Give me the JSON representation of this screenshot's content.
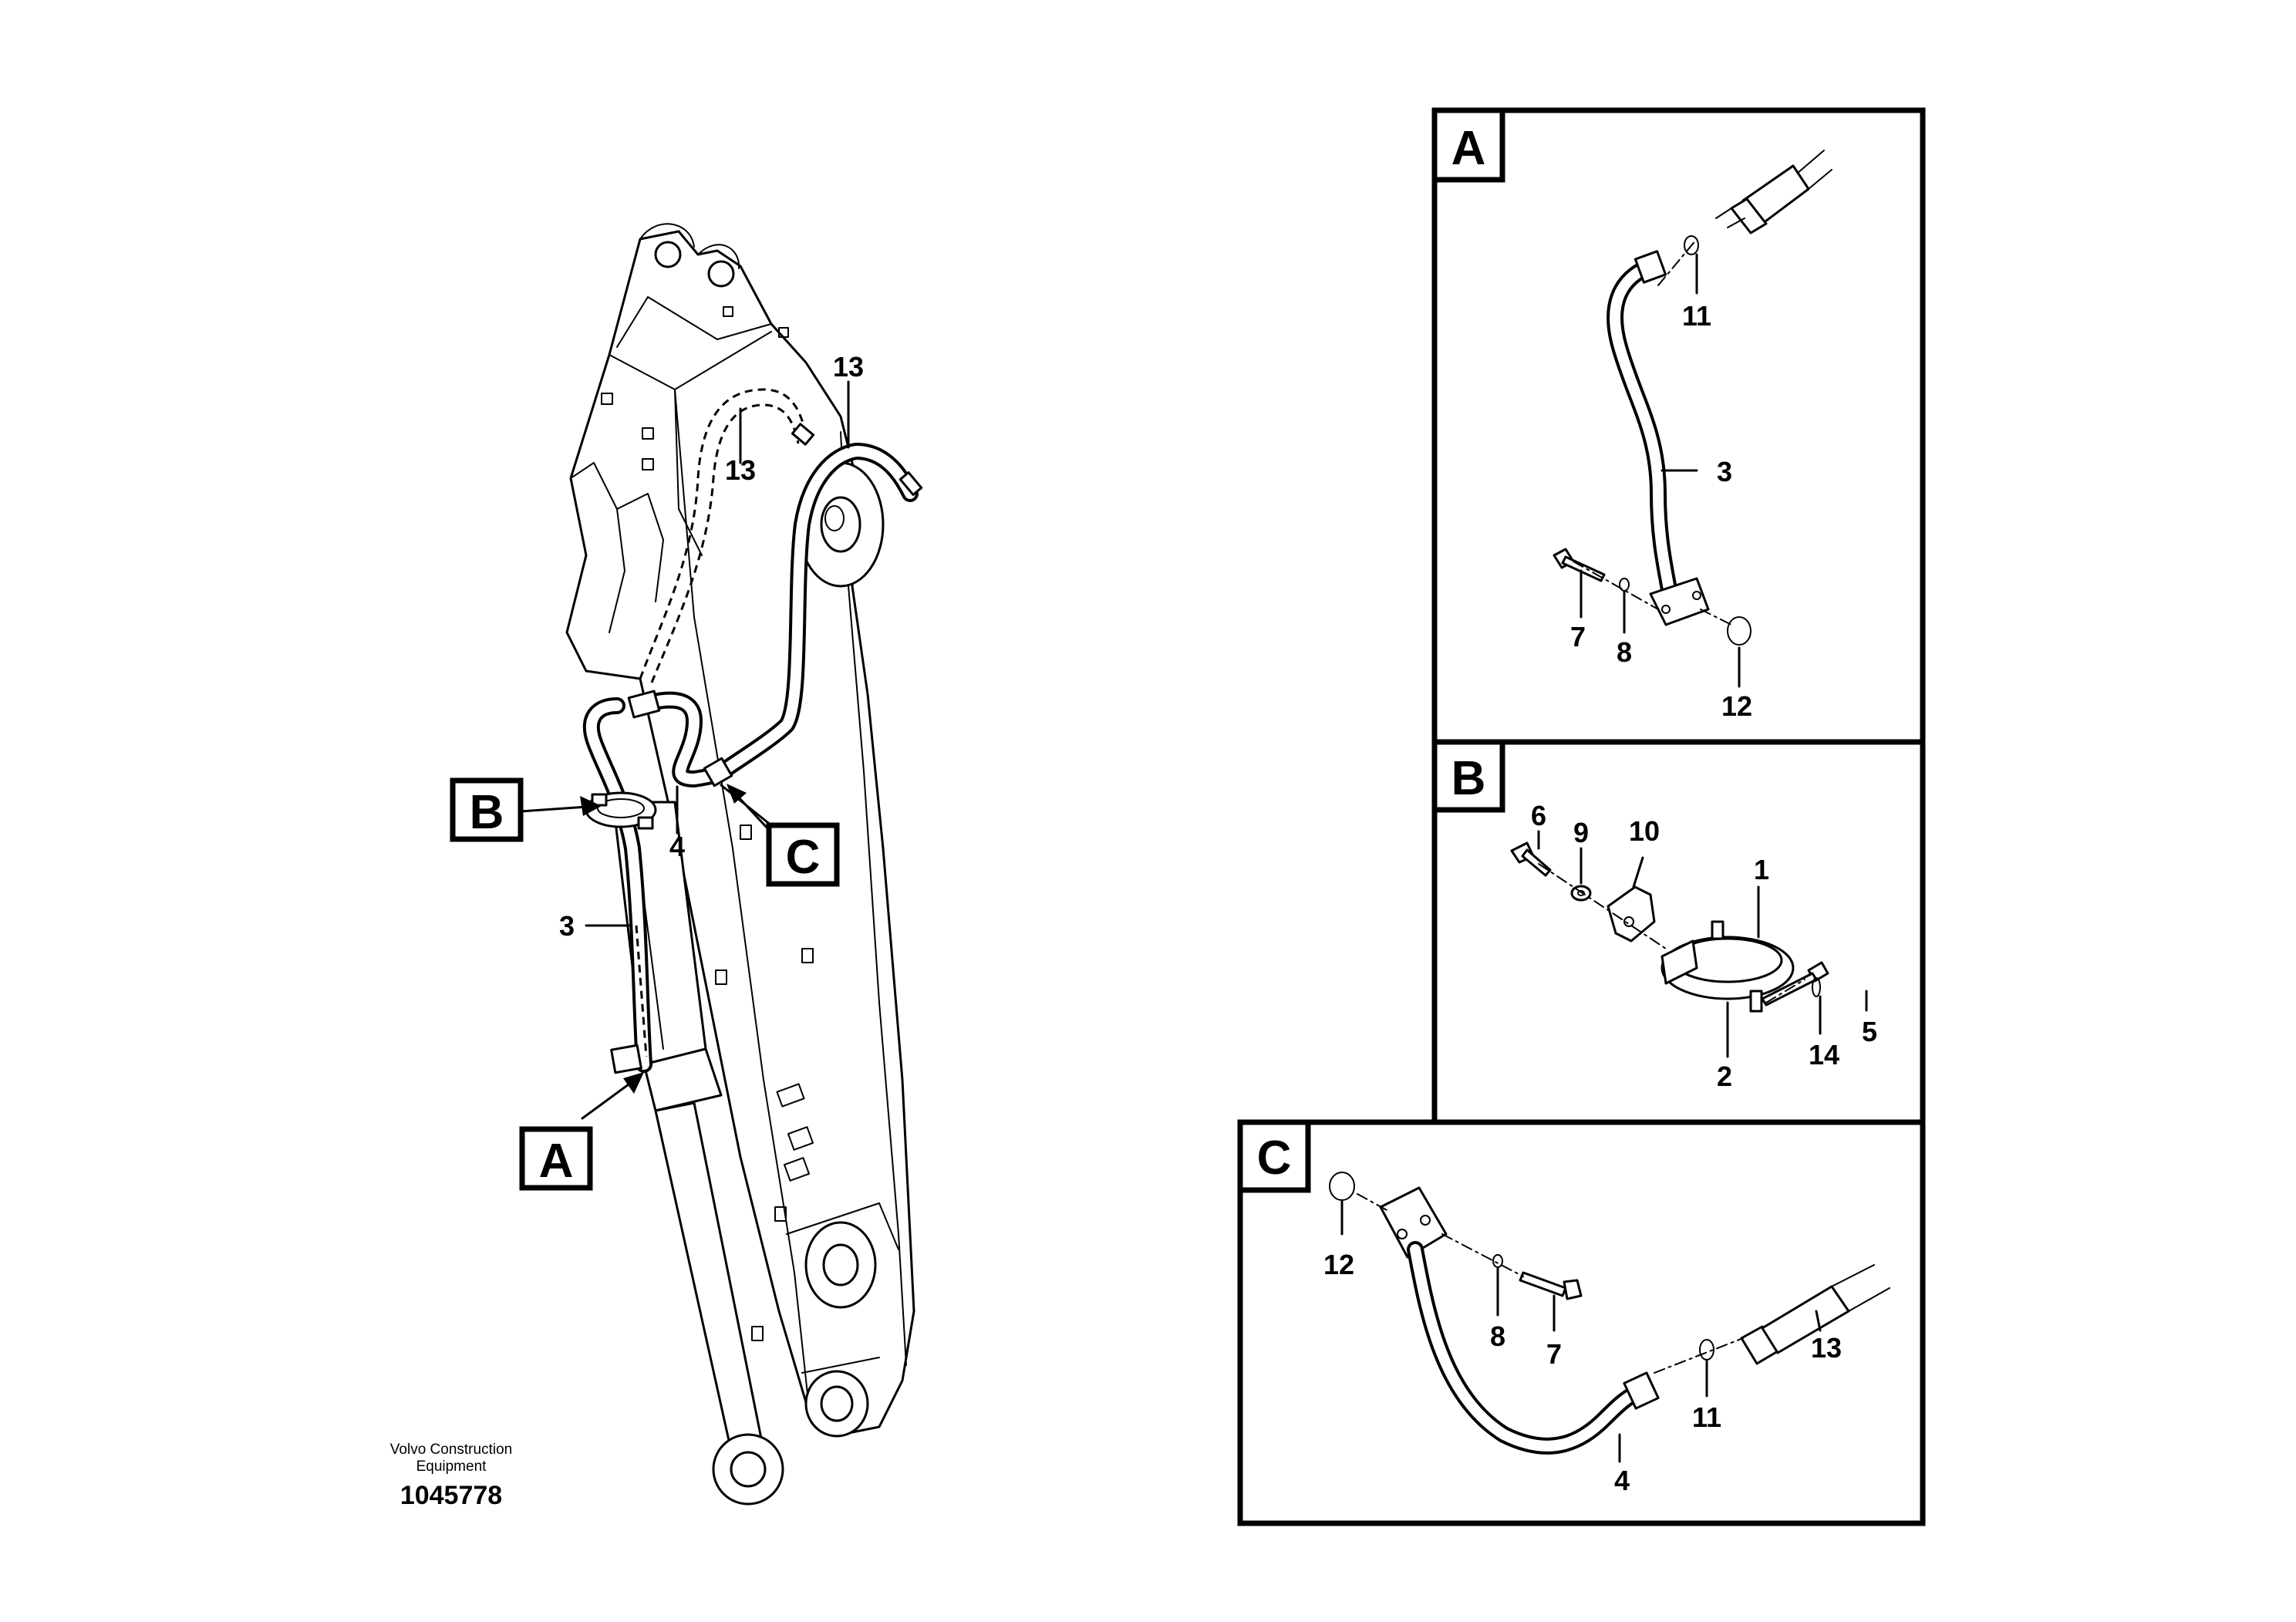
{
  "main_view": {
    "callouts": {
      "a": "A",
      "b": "B",
      "c": "C"
    },
    "labels": {
      "hose_outer": "13",
      "hose_inner": "13",
      "pipe_4": "4",
      "pipe_3": "3"
    },
    "footer": {
      "company_line1": "Volvo Construction",
      "company_line2": "Equipment",
      "doc_number": "1045778"
    }
  },
  "detail_a": {
    "title": "A",
    "labels": {
      "p11": "11",
      "p3": "3",
      "p7": "7",
      "p8": "8",
      "p12": "12"
    }
  },
  "detail_b": {
    "title": "B",
    "labels": {
      "p6": "6",
      "p9": "9",
      "p10": "10",
      "p1": "1",
      "p2": "2",
      "p14": "14",
      "p5": "5"
    }
  },
  "detail_c": {
    "title": "C",
    "labels": {
      "p12": "12",
      "p8": "8",
      "p7": "7",
      "p13": "13",
      "p11": "11",
      "p4": "4"
    }
  }
}
